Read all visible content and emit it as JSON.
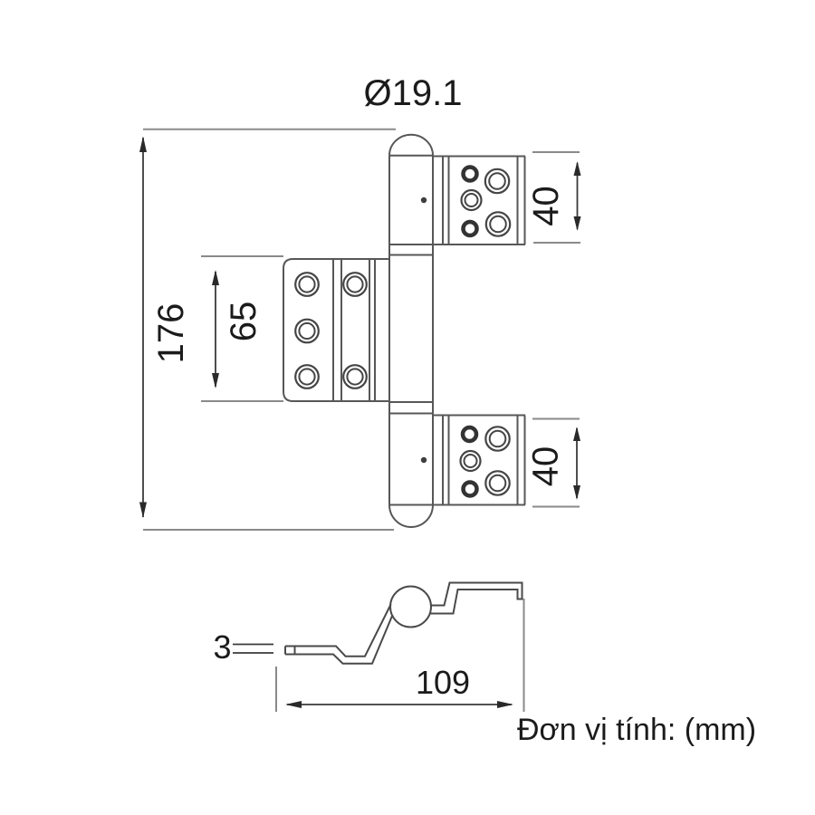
{
  "drawing": {
    "subject": "three-leaf door hinge technical drawing",
    "unit_note": "Đơn vị tính: (mm)",
    "dimensions": {
      "barrel_diameter": "Ø19.1",
      "overall_height": "176",
      "middle_leaf_height": "65",
      "top_leaf_height": "40",
      "bottom_leaf_height": "40",
      "plate_thickness": "3",
      "section_width": "109"
    },
    "colors": {
      "background": "#ffffff",
      "outline": "#575757",
      "dimension_line": "#3a3a3a",
      "extension_line": "#8a8a8a",
      "label_text": "#1b1b1b"
    }
  }
}
